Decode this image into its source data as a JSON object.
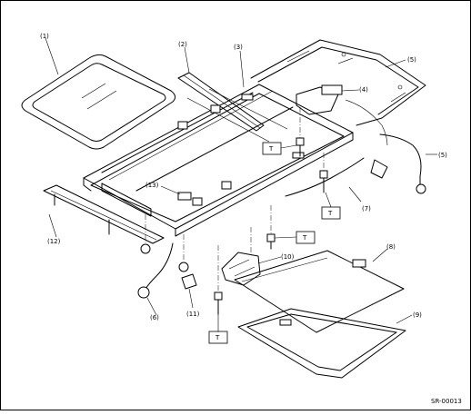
{
  "callouts": [
    {
      "id": "1",
      "label": "(1)"
    },
    {
      "id": "2",
      "label": "(2)"
    },
    {
      "id": "3",
      "label": "(3)"
    },
    {
      "id": "4",
      "label": "(4)"
    },
    {
      "id": "5a",
      "label": "(5)"
    },
    {
      "id": "5b",
      "label": "(5)"
    },
    {
      "id": "6",
      "label": "(6)"
    },
    {
      "id": "7",
      "label": "(7)"
    },
    {
      "id": "8",
      "label": "(8)"
    },
    {
      "id": "9",
      "label": "(9)"
    },
    {
      "id": "10",
      "label": "(10)"
    },
    {
      "id": "11",
      "label": "(11)"
    },
    {
      "id": "12",
      "label": "(12)"
    },
    {
      "id": "13",
      "label": "(13)"
    }
  ],
  "torque_marks": [
    "T",
    "T",
    "T",
    "T"
  ],
  "figure_code": "SR-00013"
}
